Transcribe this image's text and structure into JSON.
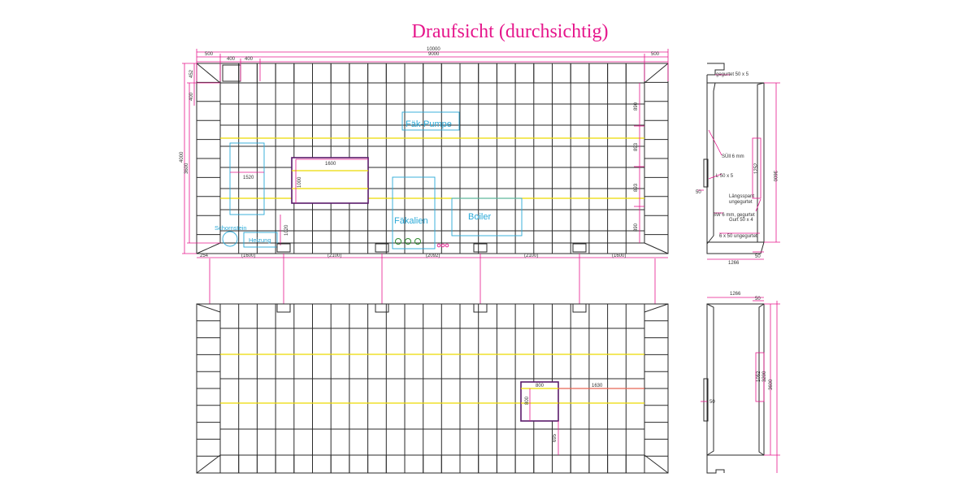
{
  "title": "Draufsicht (durchsichtig)",
  "colors": {
    "title": "#e6178c",
    "dimension": "#e6178c",
    "fixture": "#29a9d8",
    "reinforcement": "#ecd900",
    "structure": "#2a2a2a"
  },
  "top_plan": {
    "dims_top": {
      "total": "10000",
      "inner": "9000",
      "left_edge": "500",
      "right_edge": "500",
      "seg_a": "400",
      "seg_b": "400"
    },
    "dims_left": {
      "overall": "4000",
      "inner": "3600",
      "top_a": "452",
      "top_b": "400"
    },
    "dims_right": [
      "890",
      "893",
      "893",
      "890"
    ],
    "dims_bottom": [
      "254",
      "(1600)",
      "(2100)",
      "(2092)",
      "(2100)",
      "(1600)"
    ],
    "hatch": {
      "label": "1600",
      "height": "1000"
    },
    "box_left": {
      "label": "1520"
    },
    "chimney_height": "1020",
    "labels": {
      "pump": "Fäk-Pumpe",
      "faecal": "Fäkalien",
      "boiler": "Boiler",
      "chimney": "Schornstein",
      "heating": "Heizung"
    }
  },
  "bottom_plan": {
    "hatch": {
      "width": "800",
      "height": "800",
      "offset_right": "1630",
      "offset_bottom": "695"
    }
  },
  "section_top": {
    "width": "1266",
    "edge": "50",
    "height": "3600",
    "mid": "1252",
    "left_dim": "50",
    "notes": [
      "gegurtet 50 x 5",
      "SÜll 6 mm",
      "L 50 x 5",
      "Längsspant",
      "ungegurtet",
      "BW 6 mm, gegurtet",
      "Gurt 50 x 4",
      "6 x 50 ungegurtet"
    ]
  },
  "section_bottom": {
    "width": "1266",
    "edge": "50",
    "outer": "3600",
    "inner": "3200",
    "mid": "1052",
    "left_dim": "50"
  }
}
